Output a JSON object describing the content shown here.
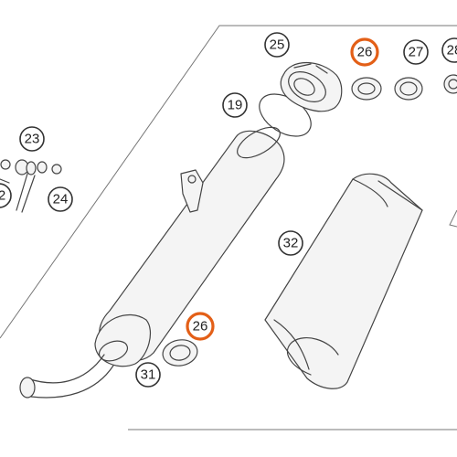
{
  "diagram": {
    "highlight_color": "#e35f17",
    "callouts": [
      {
        "id": "c25",
        "label": "25",
        "highlighted": false
      },
      {
        "id": "c26-top",
        "label": "26",
        "highlighted": true
      },
      {
        "id": "c27",
        "label": "27",
        "highlighted": false
      },
      {
        "id": "c28-partial",
        "label": "28",
        "highlighted": false
      },
      {
        "id": "c19",
        "label": "19",
        "highlighted": false
      },
      {
        "id": "c23",
        "label": "23",
        "highlighted": false
      },
      {
        "id": "c22-partial",
        "label": "2",
        "highlighted": false
      },
      {
        "id": "c24",
        "label": "24",
        "highlighted": false
      },
      {
        "id": "c32",
        "label": "32",
        "highlighted": false
      },
      {
        "id": "c26-bottom",
        "label": "26",
        "highlighted": true
      },
      {
        "id": "c31",
        "label": "31",
        "highlighted": false
      }
    ]
  }
}
